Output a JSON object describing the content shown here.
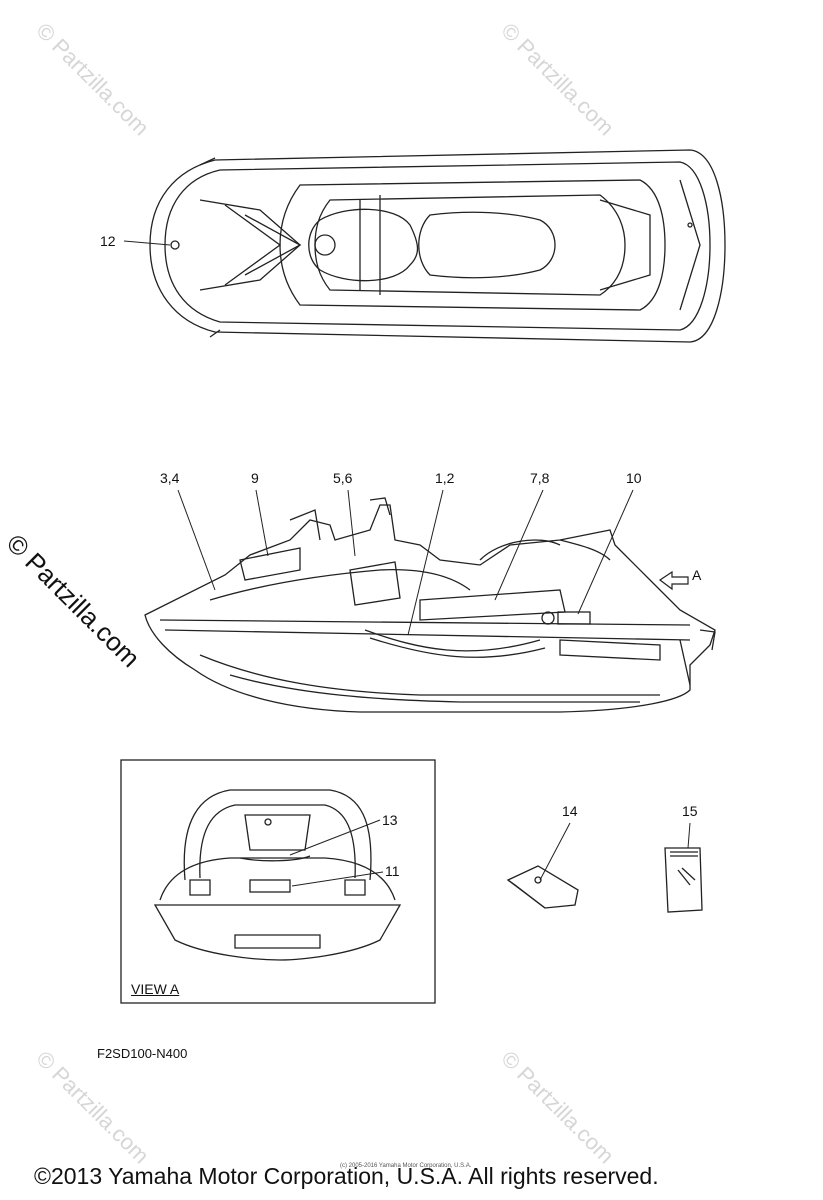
{
  "watermark": {
    "text": "© Partzilla.com"
  },
  "callouts": {
    "c12": "12",
    "c34": "3,4",
    "c9": "9",
    "c56": "5,6",
    "c12b": "1,2",
    "c78": "7,8",
    "c10": "10",
    "cA": "A",
    "c13": "13",
    "c11": "11",
    "c14": "14",
    "c15": "15"
  },
  "view_label": "VIEW A",
  "part_code": "F2SD100-N400",
  "footer": {
    "small_copyright": "(c) 2005-2016 Yamaha Motor Corporation, U.S.A.",
    "copyright": "©2013 Yamaha Motor Corporation, U.S.A. All rights reserved."
  }
}
